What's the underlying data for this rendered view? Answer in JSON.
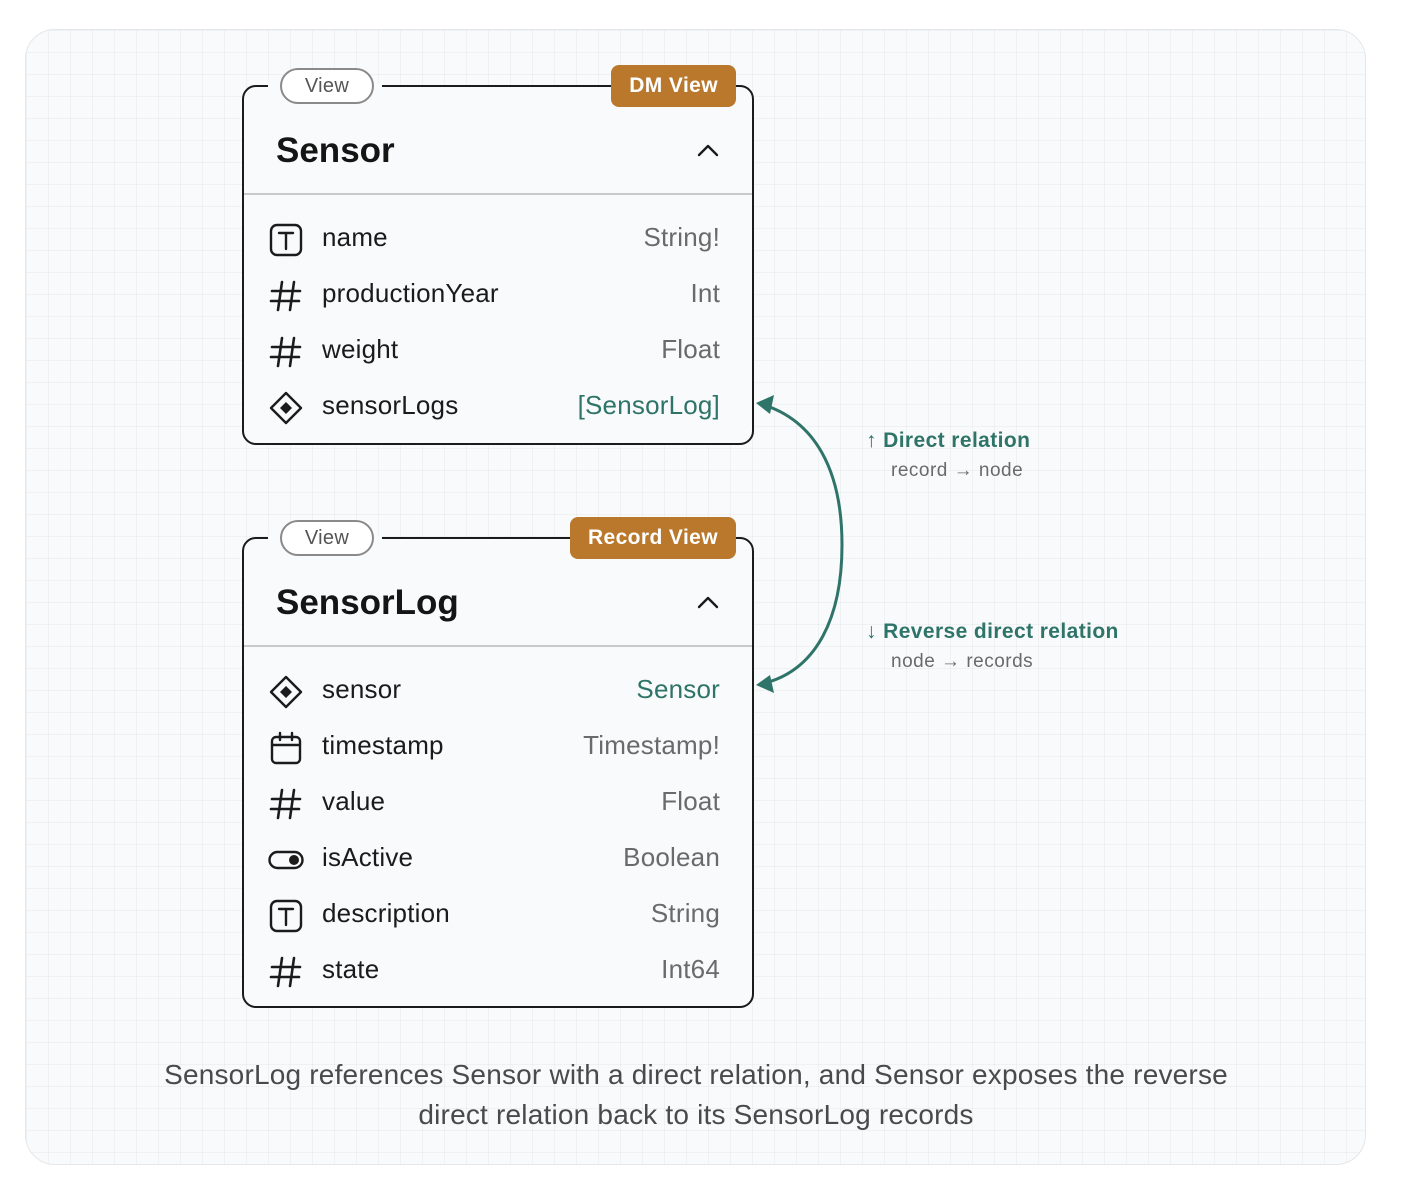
{
  "cards": [
    {
      "view_label": "View",
      "kind": "DM View",
      "title": "Sensor",
      "fields": [
        {
          "icon": "text-icon",
          "name": "name",
          "type": "String!"
        },
        {
          "icon": "number-icon",
          "name": "productionYear",
          "type": "Int"
        },
        {
          "icon": "number-icon",
          "name": "weight",
          "type": "Float"
        },
        {
          "icon": "relation-icon",
          "name": "sensorLogs",
          "type": "[SensorLog]"
        }
      ]
    },
    {
      "view_label": "View",
      "kind": "Record View",
      "title": "SensorLog",
      "fields": [
        {
          "icon": "relation-icon",
          "name": "sensor",
          "type": "Sensor"
        },
        {
          "icon": "calendar-icon",
          "name": "timestamp",
          "type": "Timestamp!"
        },
        {
          "icon": "number-icon",
          "name": "value",
          "type": "Float"
        },
        {
          "icon": "toggle-icon",
          "name": "isActive",
          "type": "Boolean"
        },
        {
          "icon": "text-icon",
          "name": "description",
          "type": "String"
        },
        {
          "icon": "number-icon",
          "name": "state",
          "type": "Int64"
        }
      ]
    }
  ],
  "relations": {
    "direct": {
      "label": "↑ Direct relation",
      "sub": "record → node"
    },
    "reverse": {
      "label": "↓ Reverse direct relation",
      "sub": "node → records"
    }
  },
  "caption": {
    "line1": "SensorLog references Sensor with a direct relation, and Sensor exposes the reverse",
    "line2": "direct relation back to its SensorLog records"
  },
  "colors": {
    "accent_teal": "#2f7469",
    "tag_orange": "#b9782b",
    "border": "#1b1b1b"
  }
}
